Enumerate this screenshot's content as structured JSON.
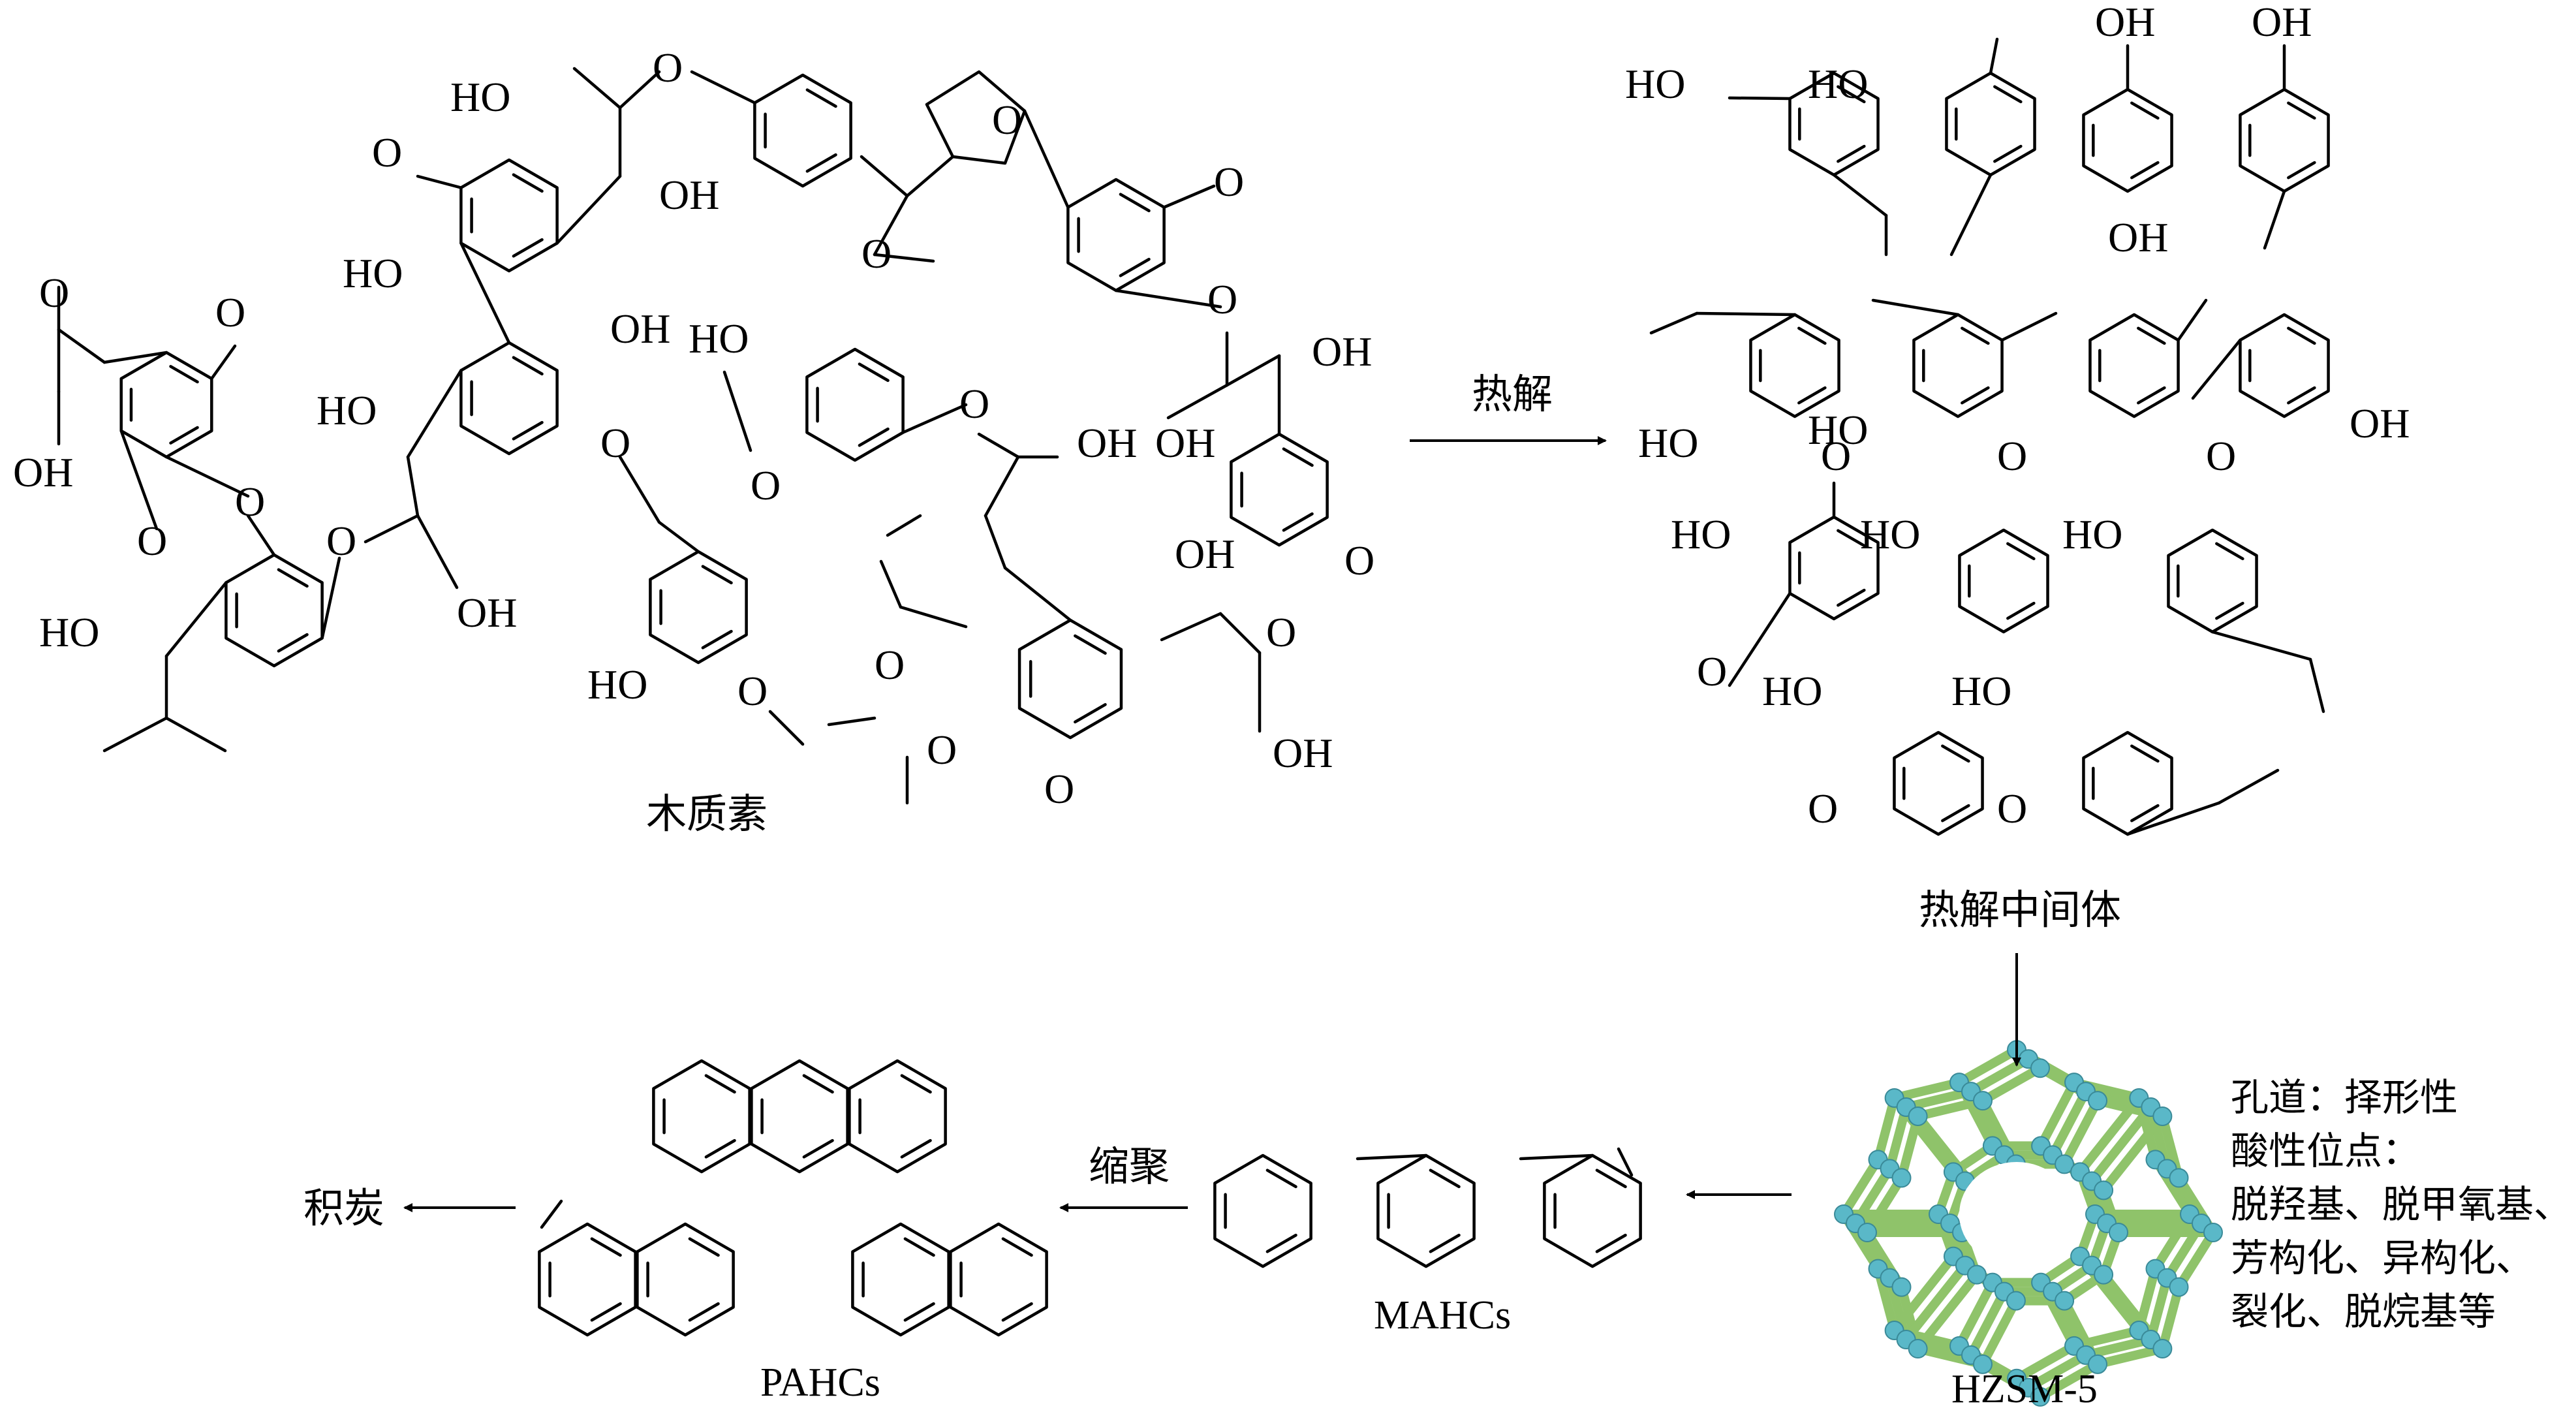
{
  "labels": {
    "lignin": "木质素",
    "pyrolysis": "热解",
    "intermediates": "热解中间体",
    "catalyst": "HZSM-5",
    "mahcs": "MAHCs",
    "polycondensation": "缩聚",
    "pahcs": "PAHCs",
    "coke": "积炭"
  },
  "catalyst_notes": [
    "孔道：择形性",
    "酸性位点：",
    "脱羟基、脱甲氧基、",
    "芳构化、异构化、",
    "裂化、脱烷基等"
  ],
  "atom_labels": {
    "ho": "HO",
    "oh": "OH",
    "o": "O"
  },
  "colors": {
    "framework_bond": "#8fc36a",
    "framework_atom": "#5ab8c8",
    "line": "#000000"
  }
}
